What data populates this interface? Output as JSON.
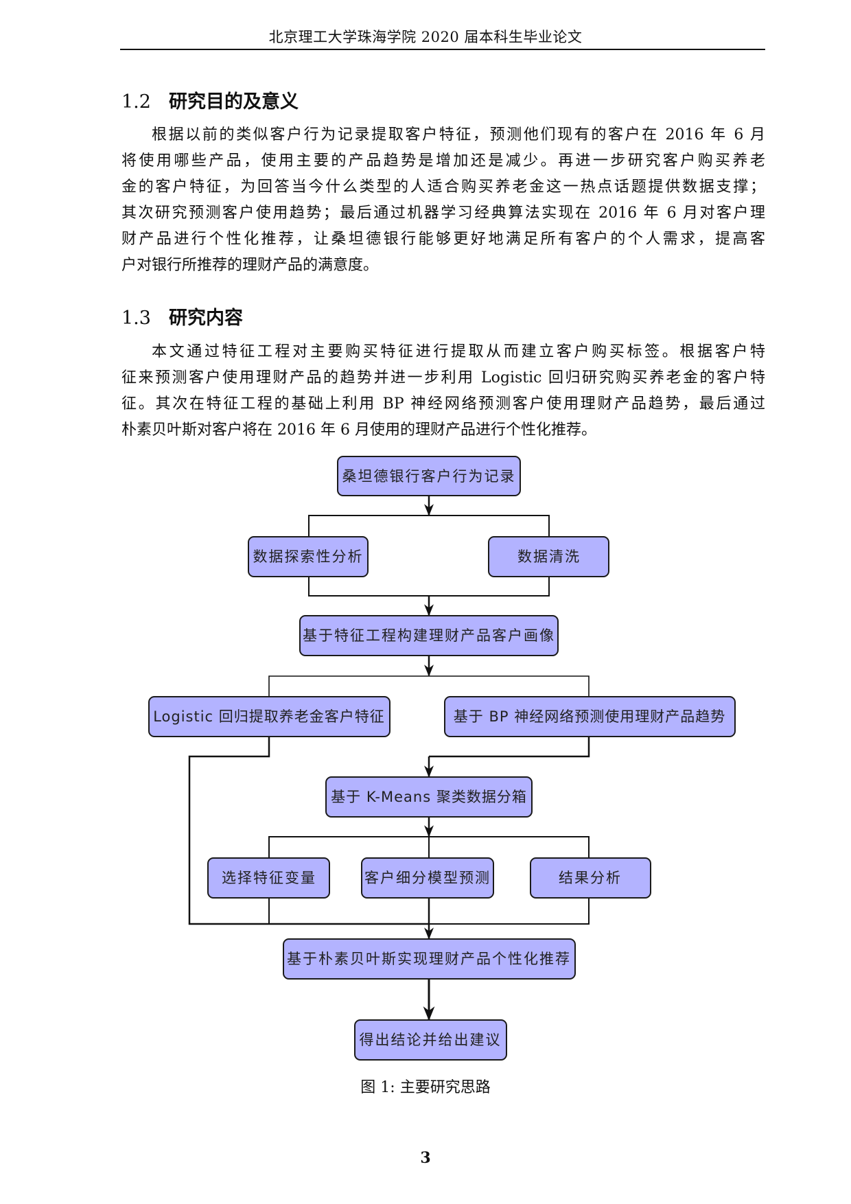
{
  "header": {
    "title": "北京理工大学珠海学院 2020 届本科生毕业论文"
  },
  "sections": [
    {
      "number": "1.2",
      "title": "研究目的及意义",
      "lines": [
        "根据以前的类似客户行为记录提取客户特征，预测他们现有的客户在 2016 年 6 月",
        "将使用哪些产品，使用主要的产品趋势是增加还是减少。再进一步研究客户购买养老",
        "金的客户特征，为回答当今什么类型的人适合购买养老金这一热点话题提供数据支撑；",
        "其次研究预测客户使用趋势；最后通过机器学习经典算法实现在 2016 年 6 月对客户理",
        "财产品进行个性化推荐，让桑坦德银行能够更好地满足所有客户的个人需求，提高客",
        "户对银行所推荐的理财产品的满意度。"
      ]
    },
    {
      "number": "1.3",
      "title": "研究内容",
      "lines": [
        "本文通过特征工程对主要购买特征进行提取从而建立客户购买标签。根据客户特",
        "征来预测客户使用理财产品的趋势并进一步利用 Logistic 回归研究购买养老金的客户特",
        "征。其次在特征工程的基础上利用 BP 神经网络预测客户使用理财产品趋势，最后通过",
        "朴素贝叶斯对客户将在 2016 年 6 月使用的理财产品进行个性化推荐。"
      ]
    }
  ],
  "flowchart": {
    "box_fill": "#b3b3ff",
    "box_stroke": "#1a1a1a",
    "nodes": [
      {
        "id": "n1",
        "label": "桑坦德银行客户行为记录"
      },
      {
        "id": "n2",
        "label": "数据探索性分析"
      },
      {
        "id": "n3",
        "label": "数据清洗"
      },
      {
        "id": "n4",
        "label": "基于特征工程构建理财产品客户画像"
      },
      {
        "id": "n5",
        "label": "Logistic 回归提取养老金客户特征"
      },
      {
        "id": "n6",
        "label": "基于 BP 神经网络预测使用理财产品趋势"
      },
      {
        "id": "n7",
        "label": "基于 K-Means 聚类数据分箱"
      },
      {
        "id": "n8",
        "label": "选择特征变量"
      },
      {
        "id": "n9",
        "label": "客户细分模型预测"
      },
      {
        "id": "n10",
        "label": "结果分析"
      },
      {
        "id": "n11",
        "label": "基于朴素贝叶斯实现理财产品个性化推荐"
      },
      {
        "id": "n12",
        "label": "得出结论并给出建议"
      }
    ]
  },
  "figure": {
    "caption": "图 1: 主要研究思路"
  },
  "footer": {
    "page_number": "3"
  }
}
